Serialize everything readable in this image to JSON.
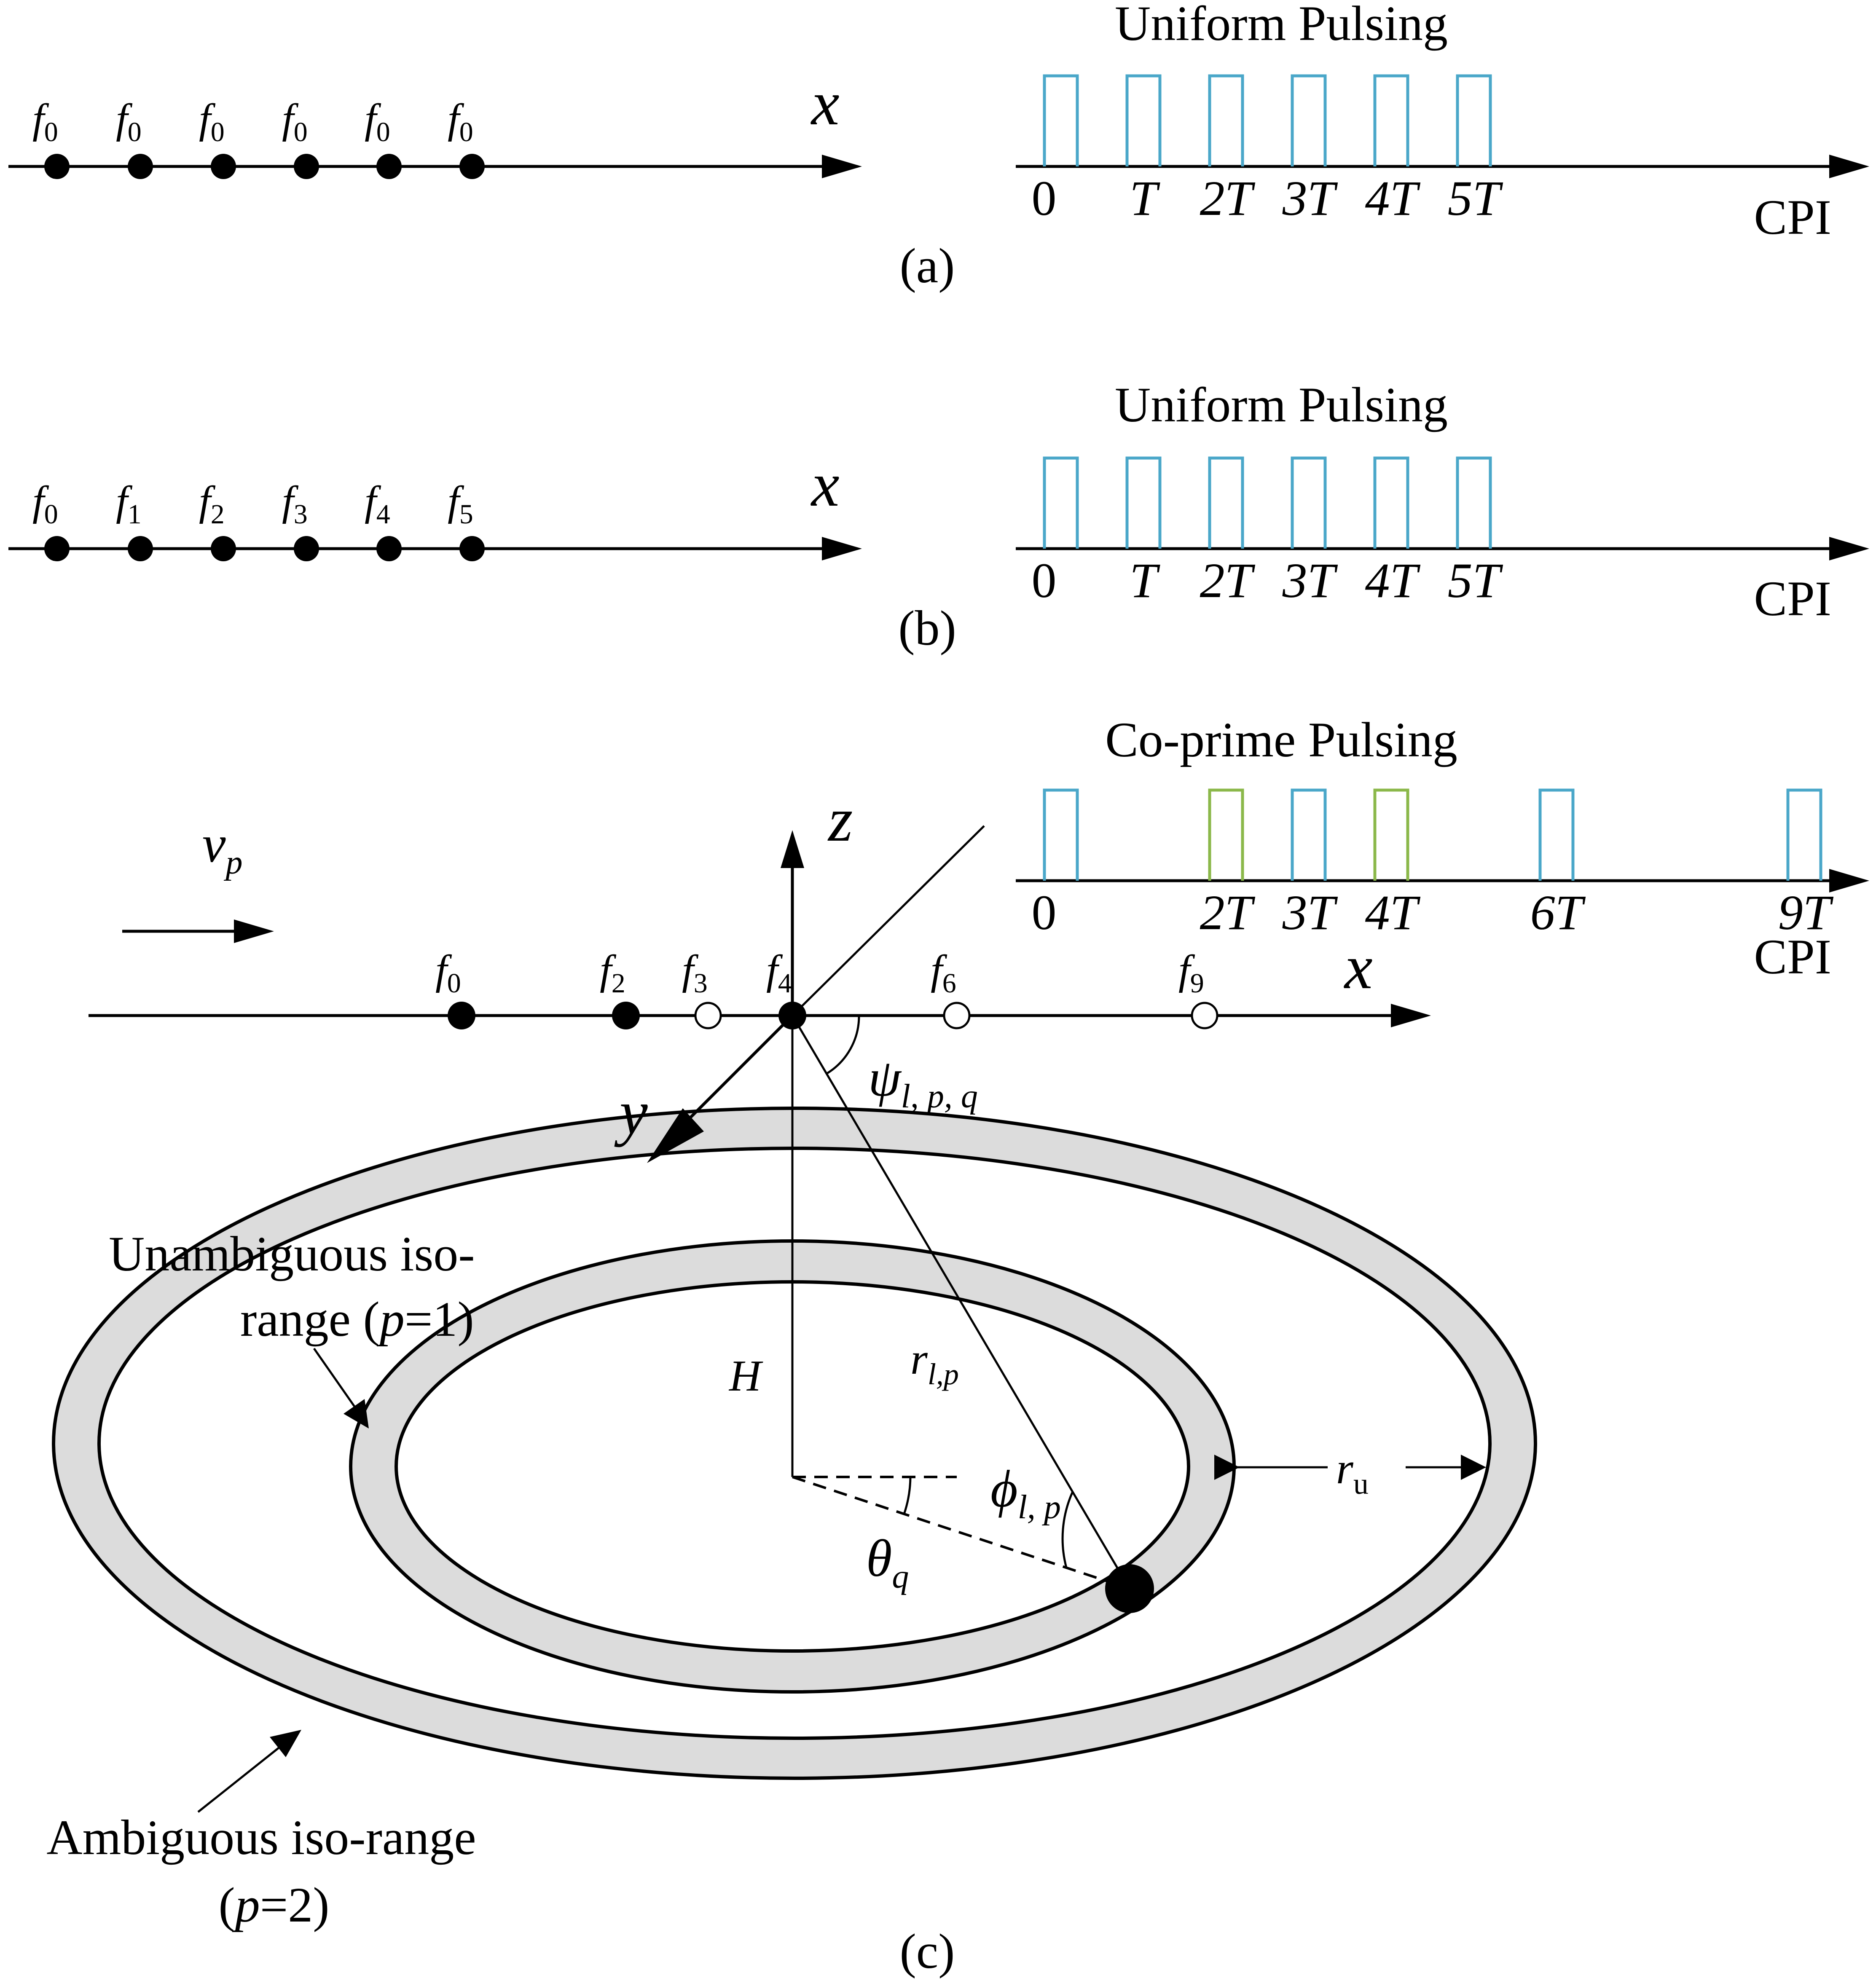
{
  "panel_a": {
    "caption": "(a)",
    "axis_label": "x",
    "element_labels": [
      {
        "base": "f",
        "sub": "0"
      },
      {
        "base": "f",
        "sub": "0"
      },
      {
        "base": "f",
        "sub": "0"
      },
      {
        "base": "f",
        "sub": "0"
      },
      {
        "base": "f",
        "sub": "0"
      },
      {
        "base": "f",
        "sub": "0"
      }
    ],
    "pulse_title": "Uniform Pulsing",
    "pulse_ticks": [
      "0",
      "T",
      "2T",
      "3T",
      "4T",
      "5T"
    ],
    "pulse_axis_label": "CPI"
  },
  "panel_b": {
    "caption": "(b)",
    "axis_label": "x",
    "element_labels": [
      {
        "base": "f",
        "sub": "0"
      },
      {
        "base": "f",
        "sub": "1"
      },
      {
        "base": "f",
        "sub": "2"
      },
      {
        "base": "f",
        "sub": "3"
      },
      {
        "base": "f",
        "sub": "4"
      },
      {
        "base": "f",
        "sub": "5"
      }
    ],
    "pulse_title": "Uniform Pulsing",
    "pulse_ticks": [
      "0",
      "T",
      "2T",
      "3T",
      "4T",
      "5T"
    ],
    "pulse_axis_label": "CPI"
  },
  "panel_c": {
    "caption": "(c)",
    "pulse_title": "Co-prime Pulsing",
    "pulse_ticks": [
      "0",
      "2T",
      "3T",
      "4T",
      "6T",
      "9T"
    ],
    "pulse_axis_label": "CPI",
    "pulse_colors": [
      "blue",
      "green",
      "blue",
      "green",
      "blue",
      "blue"
    ],
    "velocity": {
      "base": "v",
      "sub": "p"
    },
    "axes": {
      "x": "x",
      "y": "y",
      "z": "z"
    },
    "element_labels": [
      {
        "base": "f",
        "sub": "0",
        "filled": true
      },
      {
        "base": "f",
        "sub": "2",
        "filled": true
      },
      {
        "base": "f",
        "sub": "3",
        "filled": false
      },
      {
        "base": "f",
        "sub": "4",
        "filled": true
      },
      {
        "base": "f",
        "sub": "6",
        "filled": false
      },
      {
        "base": "f",
        "sub": "9",
        "filled": false
      }
    ],
    "psi": {
      "base": "ψ",
      "sub": "l, p, q"
    },
    "height": "H",
    "range": {
      "base": "r",
      "sub": "l,p"
    },
    "phi": {
      "base": "ϕ",
      "sub": "l, p"
    },
    "theta": {
      "base": "θ",
      "sub": "q"
    },
    "ru": {
      "base": "r",
      "sub": "u"
    },
    "unambiguous": {
      "line1": "Unambiguous iso-",
      "line2_pre": "range (",
      "line2_var": "p",
      "line2_post": "=1)"
    },
    "ambiguous": {
      "line1": "Ambiguous iso-range",
      "line2_pre": "(",
      "line2_var": "p",
      "line2_post": "=2)"
    }
  },
  "colors": {
    "pulse_blue": "#4aa7c9",
    "pulse_green": "#8bb84a",
    "ring_fill": "#dcdcdc"
  }
}
